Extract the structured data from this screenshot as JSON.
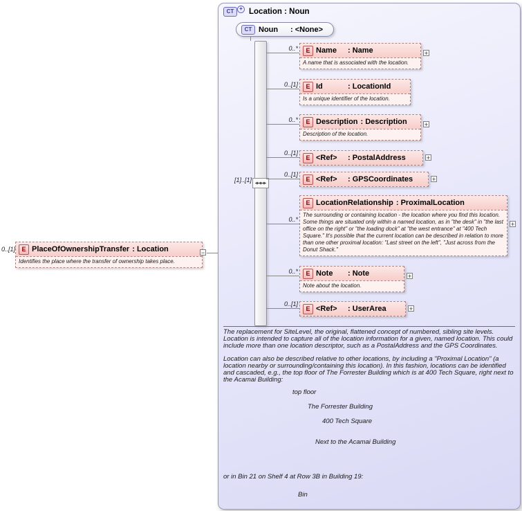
{
  "glyphs": {
    "plus": "+",
    "minus": "−"
  },
  "source_element": {
    "cardinality": "0..[1]",
    "icon": "E",
    "name": "PlaceOfOwnershipTransfer",
    "type": ": Location",
    "annotation": "Identifies the place where the transfer of ownership takes place."
  },
  "panel": {
    "title_icon": "CT",
    "title": "Location : Noun",
    "base": {
      "icon": "CT",
      "name": "Noun",
      "type": ": <None>"
    },
    "sequence_cardinality": "[1]..[1]",
    "children": [
      {
        "icon": "E",
        "name": "Name",
        "type": ": Name",
        "cardinality": "0..*",
        "annotation": "A name that is associated with the location."
      },
      {
        "icon": "E",
        "name": "Id",
        "type": ": LocationId",
        "cardinality": "0..[1]",
        "annotation": "Is a unique identifier of the location."
      },
      {
        "icon": "E",
        "name": "Description",
        "type": ": Description",
        "cardinality": "0..*",
        "annotation": "Description of the location."
      },
      {
        "icon": "E",
        "name": "<Ref>",
        "type": ": PostalAddress",
        "cardinality": "0..[1]"
      },
      {
        "icon": "E",
        "name": "<Ref>",
        "type": ": GPSCoordinates",
        "cardinality": "0..[1]"
      },
      {
        "icon": "E",
        "name": "LocationRelationship",
        "type": ": ProximalLocation",
        "cardinality": "0..*",
        "annotation": "The surrounding or containing location - the location where you find this location. Some things are situated only within a named location, as in \"the desk\" in \"the last office on the right\" or \"the loading dock\" at \"the west entrance\" at \"400 Tech Square.\" It's possible that the current location can be described in relation to more than one other proximal location: \"Last street on the left\", \"Just across from the Donut Shack.\""
      },
      {
        "icon": "E",
        "name": "Note",
        "type": ": Note",
        "cardinality": "0..*",
        "annotation": "Note about the location."
      },
      {
        "icon": "E",
        "name": "<Ref>",
        "type": ": UserArea",
        "cardinality": "0..[1]"
      }
    ],
    "doc": {
      "p1": "The replacement for SiteLevel, the original, flattened concept of numbered, sibling site levels. Location is intended to capture all of the location information for a given, named location. This could include more than one location descriptor, such as a PostalAddress and the GPS Coordinates.",
      "p2": "Location can also be described relative  to other locations, by including a  \"Proximal Location\" (a location nearby or surrounding/containing this location). In this fashion, locations can be identified and cascaded, e.g., the top floor of The Forrester Building which is at 400 Tech Square, right next to the Acamai Building:",
      "ex1": "top floor",
      "ex2": "The Forrester Building",
      "ex3": "400 Tech Square",
      "ex4": "Next to the Acamai Building",
      "p3": "or in Bin 21 on Shelf 4 at Row 3B in Building 19:",
      "ex5": "Bin"
    }
  }
}
